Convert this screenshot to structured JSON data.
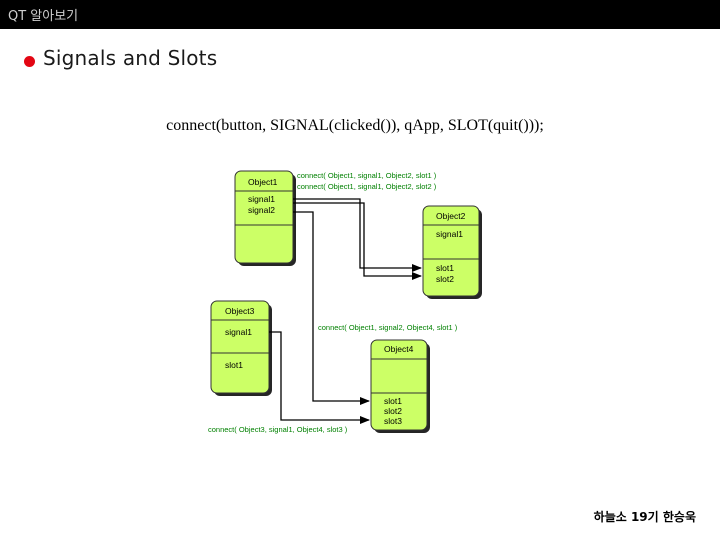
{
  "header": {
    "title": "QT 알아보기"
  },
  "section": {
    "heading": "Signals and Slots"
  },
  "code_example": "connect(button, SIGNAL(clicked()), qApp, SLOT(quit()));",
  "diagram": {
    "objects": {
      "object1": {
        "title": "Object1",
        "signals": [
          "signal1",
          "signal2"
        ],
        "slots": []
      },
      "object2": {
        "title": "Object2",
        "signals": [
          "signal1"
        ],
        "slots": [
          "slot1",
          "slot2"
        ]
      },
      "object3": {
        "title": "Object3",
        "signals": [
          "signal1"
        ],
        "slots": [
          "slot1"
        ]
      },
      "object4": {
        "title": "Object4",
        "signals": [],
        "slots": [
          "slot1",
          "slot2",
          "slot3"
        ]
      }
    },
    "connections": [
      "connect( Object1, signal1, Object2, slot1 )",
      "connect( Object1, signal1, Object2, slot2 )",
      "connect( Object1, signal2, Object4, slot1 )",
      "connect( Object3, signal1, Object4, slot3 )"
    ],
    "colors": {
      "box_fill": "#ccff66",
      "box_border": "#333333",
      "connection_text": "#008000"
    }
  },
  "footer": {
    "author": "하늘소 19기 한승욱"
  }
}
